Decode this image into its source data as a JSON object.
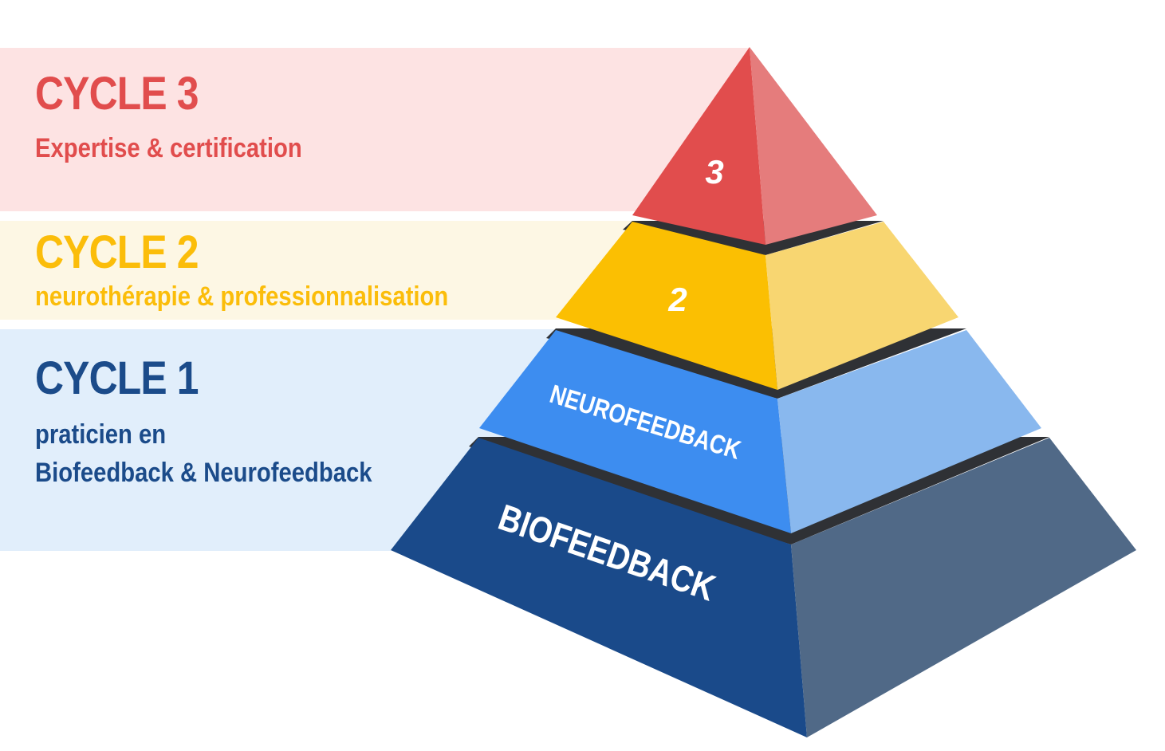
{
  "cycles": [
    {
      "title": "CYCLE 3",
      "subtitle_lines": [
        "Expertise & certification"
      ],
      "color": "#e14d4d",
      "band_color": "#fde3e3"
    },
    {
      "title": "CYCLE 2",
      "subtitle_lines": [
        "neurothérapie & professionnalisation"
      ],
      "color": "#fbbd0a",
      "band_color": "#fdf7e4"
    },
    {
      "title": "CYCLE 1",
      "subtitle_lines": [
        "praticien en",
        "Biofeedback & Neurofeedback"
      ],
      "color": "#1b4b8a",
      "band_color": "#e1eefb"
    }
  ],
  "pyramid": {
    "tiers": [
      {
        "label": "3",
        "front_color": "#e14d4d",
        "side_color": "#e57c7c"
      },
      {
        "label": "2",
        "front_color": "#fbbf02",
        "side_color": "#f8d671"
      },
      {
        "label": "NEUROFEEDBACK",
        "front_color": "#3d8df0",
        "side_color": "#89b8ee"
      },
      {
        "label": "BIOFEEDBACK",
        "front_color": "#1a4a8a",
        "side_color": "#506987"
      }
    ],
    "separator_color": "#2f3135"
  }
}
